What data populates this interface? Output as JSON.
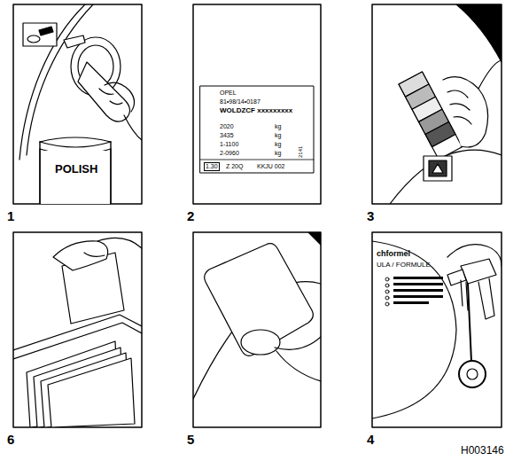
{
  "diagram": {
    "labels": [
      "1",
      "POLISH",
      "2",
      "OPEL",
      "81•98/14•0187",
      "WOLDZCF xxxxxxxxx",
      "2020",
      "kg",
      "3435",
      "kg",
      "1-1100",
      "kg",
      "2-0960",
      "kg",
      "1.30",
      "Z 20Q",
      "KKJU 002",
      "2141",
      "3",
      "6",
      "5",
      "4",
      "chformel",
      "ULA / FORMULE",
      "H003146"
    ]
  }
}
